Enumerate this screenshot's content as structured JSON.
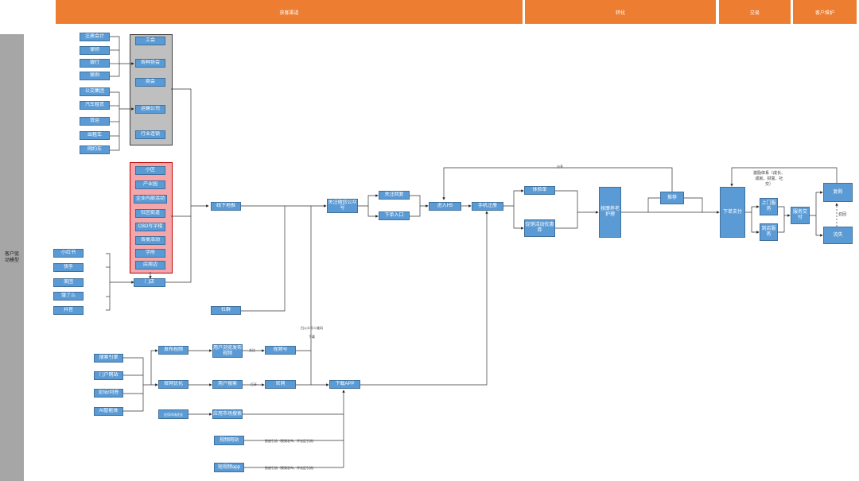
{
  "headers": {
    "acquisition": "获客渠道",
    "conversion": "转化",
    "transaction": "交易",
    "maintenance": "客户维护"
  },
  "side_label": "客户驱动模型",
  "nodes": {
    "zhuce": "注册会计",
    "lvshi": "律师",
    "yinhang": "银行",
    "baoxian": "案例",
    "gongjiao": "公交集团",
    "qiche": "汽车租赁",
    "huoyun": "货运",
    "chuzuche": "出租车",
    "wangyueche": "网约车",
    "gonghui": "工会",
    "xiehui": "各种协会",
    "shanghui": "商会",
    "yunshu": "运输公司",
    "hangye": "行业连锁",
    "xiaoqu": "小区",
    "chanyeyuan": "产业园",
    "qiye": "企业内部活动",
    "shequ": "社区街道",
    "cbd": "CBD写字楼",
    "gelei": "各类活动",
    "xuefu": "学府",
    "dianzhoubian": "店周边",
    "xiaohongshu": "小红书",
    "kuaishou": "快手",
    "meituan": "美团",
    "eleme": "饿了么",
    "douyin": "抖音",
    "mendian": "门店",
    "xianxia": "线下地推",
    "shequn": "社群",
    "gongzhonghao": "关注微信公众号",
    "huifu": "关注回复",
    "xiadan_entry": "下单入口",
    "jinru": "进入H5",
    "shouji": "手机注册",
    "tiyan": "体验单",
    "cuxiao": "促销活动优惠券",
    "anmo": "按摩养老护理",
    "tuijian": "推荐",
    "zhifu": "下单支付",
    "shangmen": "上门服务",
    "daodian": "到店服务",
    "fuwu": "服务交付",
    "fugou": "复购",
    "liushi": "流失",
    "sousuo": "搜索引擎",
    "menhu": "门户网站",
    "luntan": "论坛/问答",
    "ai": "AI智能体",
    "fabu": "发布视频",
    "guanwangyh": "官网优化",
    "yingyongshichang": "应用市场优化",
    "liulan": "用户浏览发布视频",
    "sousuo_user": "用户搜索",
    "shipinhao": "视频号",
    "guanwang": "官网",
    "xiazai": "下载APP",
    "shichang": "应用市场搜索",
    "shipinwang": "视频网站",
    "duanshipin": "短视频app"
  },
  "edge_labels": {
    "share": "分享",
    "incentive": "激励体系（成长、成就、财富、社交）",
    "recall": "召回",
    "follow": "关注",
    "open": "打开",
    "scan": "扫公众号二维码",
    "download": "下载",
    "placement1": "投放引流（视频发布、评论区引流）",
    "placement2": "投放引流（视频发布、评论区引流）"
  },
  "colors": {
    "header": "#ED7D31",
    "node": "#5B9BD5",
    "side": "#A6A6A6",
    "group_gray": "#BFBFBF",
    "group_pink": "#F4A6AA"
  }
}
